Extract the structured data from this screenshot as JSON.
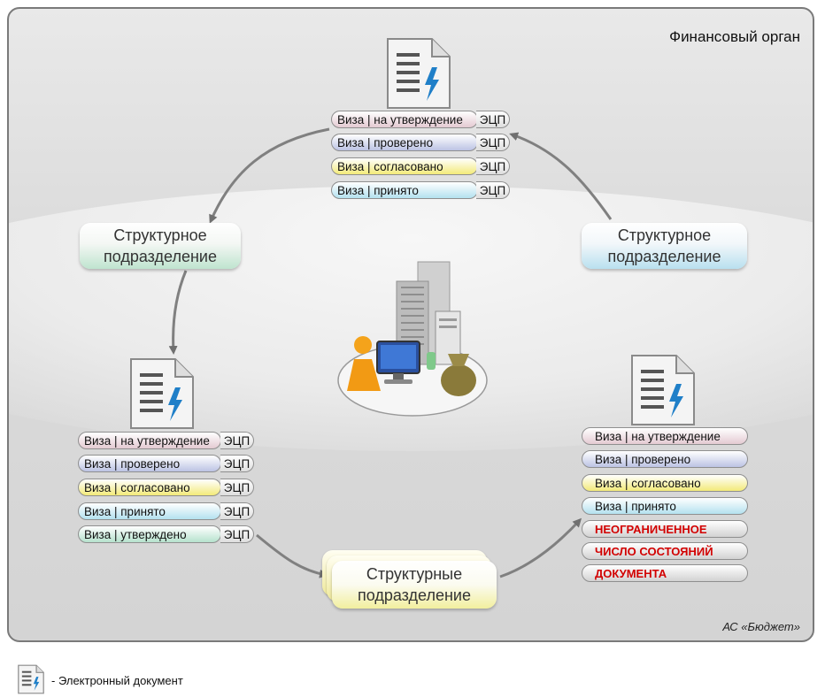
{
  "org_title": "Финансовый орган",
  "system_name": "АС «Бюджет»",
  "units": {
    "left": "Структурное подразделение",
    "right": "Структурное подразделение",
    "bottom": "Структурные подразделение"
  },
  "visa_prefix": "Виза | ",
  "ecp_label": "ЭЦП",
  "top_doc": {
    "visas": [
      "Виза | на утверждение",
      "Виза | проверено",
      "Виза | согласовано",
      "Виза | принято"
    ]
  },
  "left_doc": {
    "visas": [
      "Виза | на утверждение",
      "Виза | проверено",
      "Виза | согласовано",
      "Виза | принято",
      "Виза | утверждено"
    ]
  },
  "right_doc": {
    "visas": [
      "Виза | на утверждение",
      "Виза | проверено",
      "Виза | согласовано",
      "Виза | принято"
    ],
    "notes": [
      "НЕОГРАНИЧЕННОЕ",
      "ЧИСЛО СОСТОЯНИЙ",
      "ДОКУМЕНТА"
    ]
  },
  "legend": {
    "text": "- Электронный документ"
  },
  "colors": {
    "pink": "#e4cad2",
    "purple": "#bcc3e4",
    "yellow": "#f3ea79",
    "cyan": "#b4e1ef",
    "green": "#b6e2cd",
    "warning_text": "#d20000",
    "lightning": "#1f7fc8"
  },
  "icons": [
    "electronic-document-icon",
    "lightning-icon",
    "building-icon",
    "server-icon",
    "monitor-icon",
    "user-icon",
    "money-bag-icon"
  ]
}
